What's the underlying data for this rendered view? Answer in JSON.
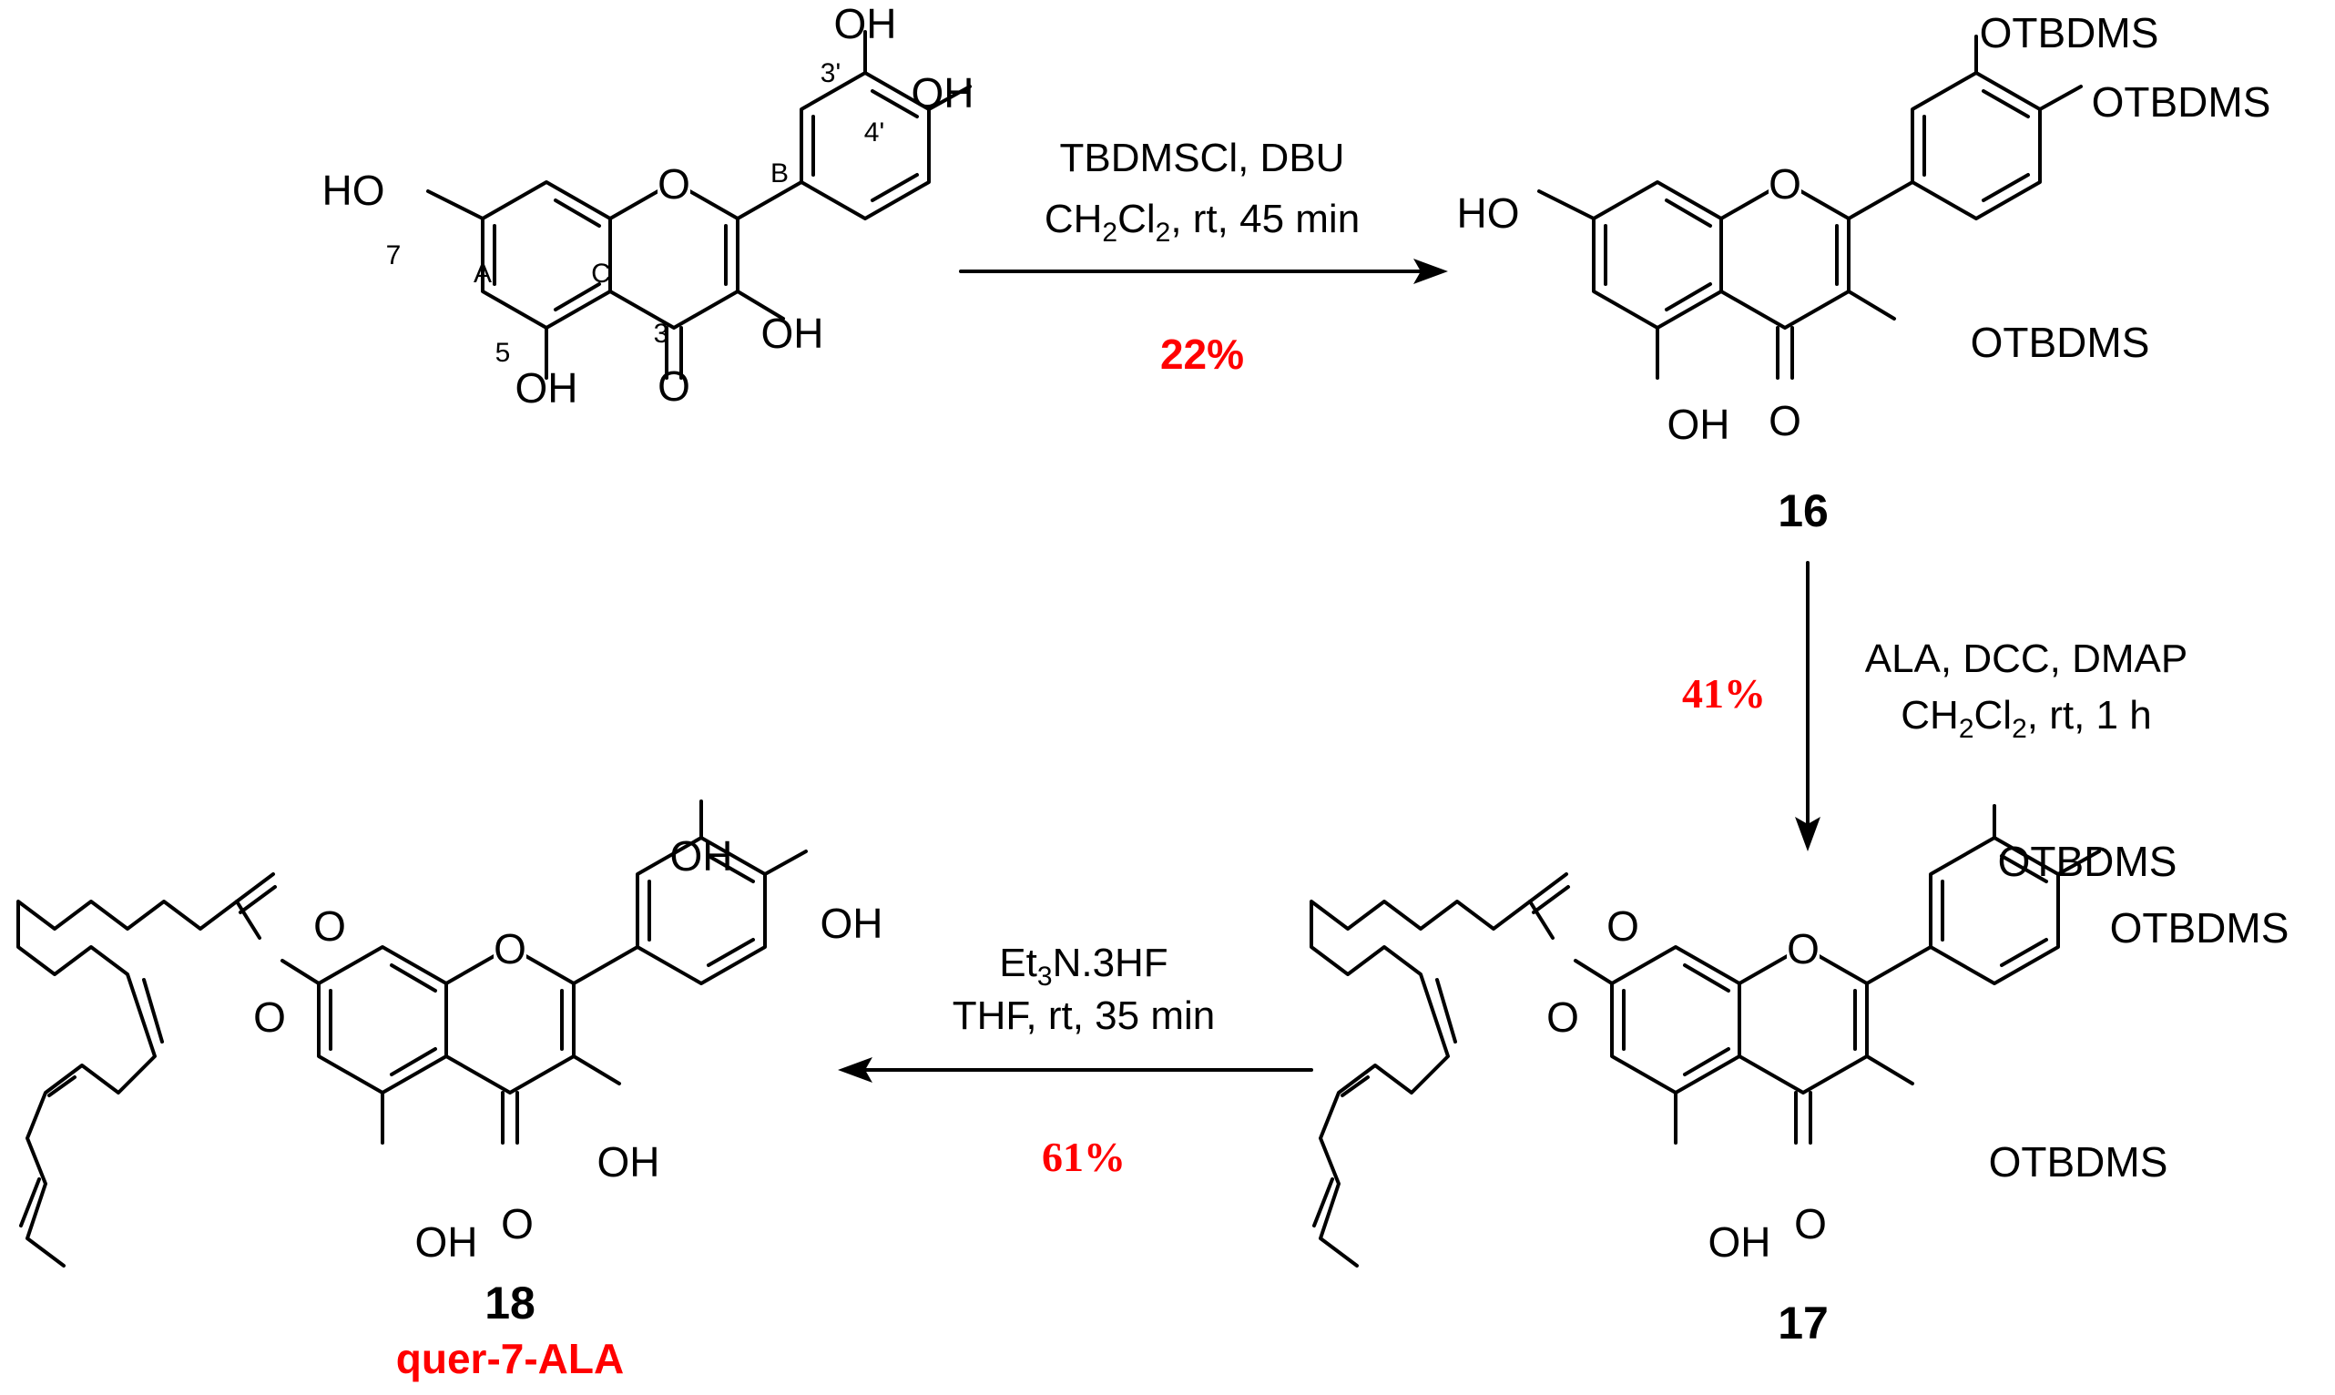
{
  "colors": {
    "ink": "#000000",
    "yield": "#ff0000"
  },
  "quercetin": {
    "oh_3p": "OH",
    "oh_4p": "OH",
    "oh_7": "HO",
    "oh_5": "OH",
    "oh_3": "OH",
    "o_ring": "O",
    "carbonyl_o": "O",
    "pos_3p": "3'",
    "pos_4p": "4'",
    "pos_7": "7",
    "pos_5": "5",
    "pos_3": "3",
    "ring_a": "A",
    "ring_b": "B",
    "ring_c": "C"
  },
  "step1": {
    "reagents": "TBDMSCl, DBU",
    "solvent_main": "CH",
    "solvent_sub1": "2",
    "solvent_mid": "Cl",
    "solvent_sub2": "2",
    "solvent_tail": ", rt, 45 min",
    "yield": "22%"
  },
  "compound16": {
    "number": "16",
    "otbdms_3p": "OTBDMS",
    "otbdms_4p": "OTBDMS",
    "otbdms_3": "OTBDMS",
    "oh_7": "HO",
    "oh_5": "OH",
    "o_ring": "O",
    "carbonyl_o": "O"
  },
  "step2": {
    "reagents": "ALA, DCC, DMAP",
    "solvent_main": "CH",
    "solvent_sub1": "2",
    "solvent_mid": "Cl",
    "solvent_sub2": "2",
    "solvent_tail": ", rt, 1 h",
    "yield": "41%"
  },
  "compound17": {
    "number": "17",
    "otbdms_3p": "OTBDMS",
    "otbdms_4p": "OTBDMS",
    "otbdms_3": "OTBDMS",
    "oh_5": "OH",
    "o_ring": "O",
    "carbonyl_o": "O",
    "ester_o": "O",
    "ester_carbonyl_o": "O"
  },
  "step3": {
    "reagent_main": "Et",
    "reagent_sub": "3",
    "reagent_tail": "N.3HF",
    "conditions": "THF, rt, 35 min",
    "yield": "61%"
  },
  "compound18": {
    "number": "18",
    "name": "quer-7-ALA",
    "oh_3p": "OH",
    "oh_4p": "OH",
    "oh_5": "OH",
    "oh_3": "OH",
    "o_ring": "O",
    "carbonyl_o": "O",
    "ester_o": "O",
    "ester_carbonyl_o": "O"
  }
}
